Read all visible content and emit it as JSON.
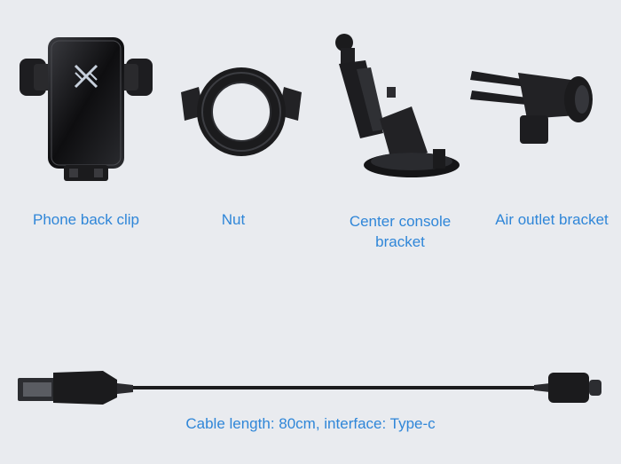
{
  "components": [
    {
      "label": "Phone back clip",
      "icon": "phone-back-clip-icon"
    },
    {
      "label": "Nut",
      "icon": "nut-icon"
    },
    {
      "label": "Center console bracket",
      "icon": "center-console-bracket-icon"
    },
    {
      "label": "Air outlet bracket",
      "icon": "air-outlet-bracket-icon"
    }
  ],
  "cable": {
    "caption": "Cable length: 80cm, interface: Type-c",
    "icon": "usb-type-c-cable-icon"
  },
  "colors": {
    "background": "#e9ebef",
    "label": "#2f86d8",
    "product": "#1b1b1d"
  }
}
